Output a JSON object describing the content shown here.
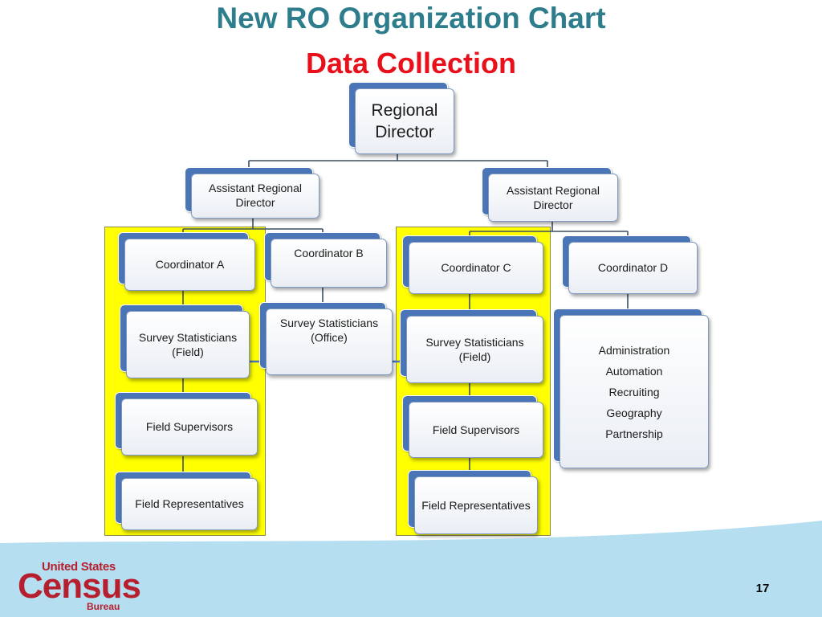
{
  "title": "New RO Organization Chart",
  "subtitle": "Data Collection",
  "org": {
    "regional_director": "Regional Director",
    "ard_left": "Assistant Regional Director",
    "ard_right": "Assistant Regional Director",
    "coord_a": "Coordinator A",
    "coord_b": "Coordinator B",
    "coord_c": "Coordinator C",
    "coord_d": "Coordinator D",
    "ss_field_left": "Survey Statisticians (Field)",
    "ss_office": "Survey Statisticians (Office)",
    "ss_field_right": "Survey Statisticians (Field)",
    "fs_left": "Field Supervisors",
    "fs_right": "Field Supervisors",
    "fr_left": "Field Representatives",
    "fr_right": "Field Representatives",
    "coord_d_functions": [
      "Administration",
      "Automation",
      "Recruiting",
      "Geography",
      "Partnership"
    ]
  },
  "colors": {
    "title": "#2e7d8c",
    "subtitle": "#e8101a",
    "highlight": "#ffff00",
    "node_back": "#4a76b8",
    "arrow": "#4a76b8"
  },
  "logo": {
    "line1": "United States",
    "line2": "Census",
    "line3": "Bureau"
  },
  "page_number": "17"
}
